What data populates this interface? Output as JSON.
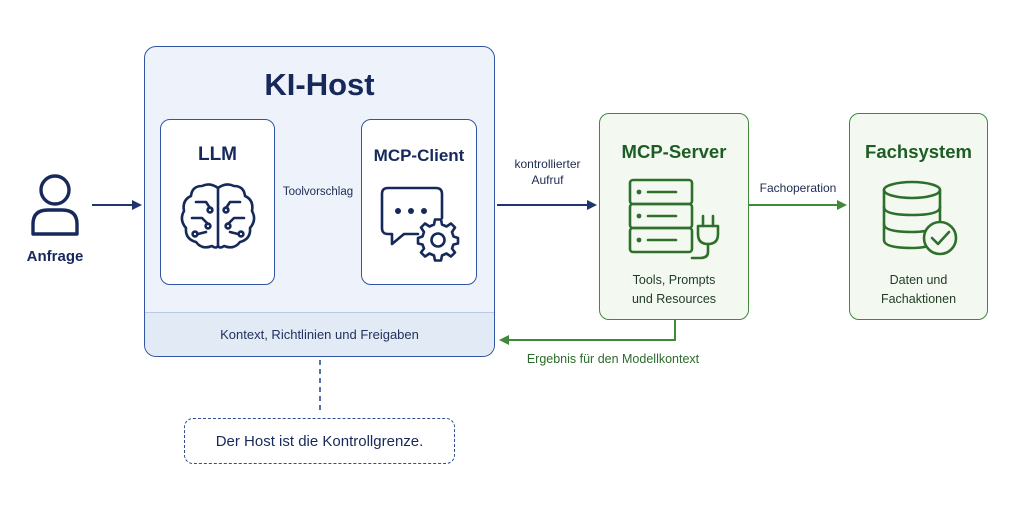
{
  "user": {
    "label": "Anfrage",
    "icon": "person-icon"
  },
  "host": {
    "title": "KI-Host",
    "footer": "Kontext, Richtlinien und Freigaben",
    "llm": {
      "title": "LLM",
      "icon": "brain-icon"
    },
    "client": {
      "title": "MCP-Client",
      "icon": "chat-gear-icon"
    }
  },
  "server": {
    "title": "MCP-Server",
    "lines": [
      "Tools, Prompts",
      "und Resources"
    ],
    "icon": "server-plug-icon"
  },
  "system": {
    "title": "Fachsystem",
    "lines": [
      "Daten und",
      "Fachaktionen"
    ],
    "icon": "database-check-icon"
  },
  "edges": {
    "tool_suggestion": "Toolvorschlag",
    "controlled_call": [
      "kontrollierter",
      "Aufruf"
    ],
    "domain_operation": "Fachoperation",
    "result": "Ergebnis für den Modellkontext"
  },
  "note": "Der Host ist die Kontrollgrenze.",
  "colors": {
    "blue": "#2f55a4",
    "navy": "#16295a",
    "green": "#3f8a3a",
    "host_bg": "#eef3fb"
  }
}
